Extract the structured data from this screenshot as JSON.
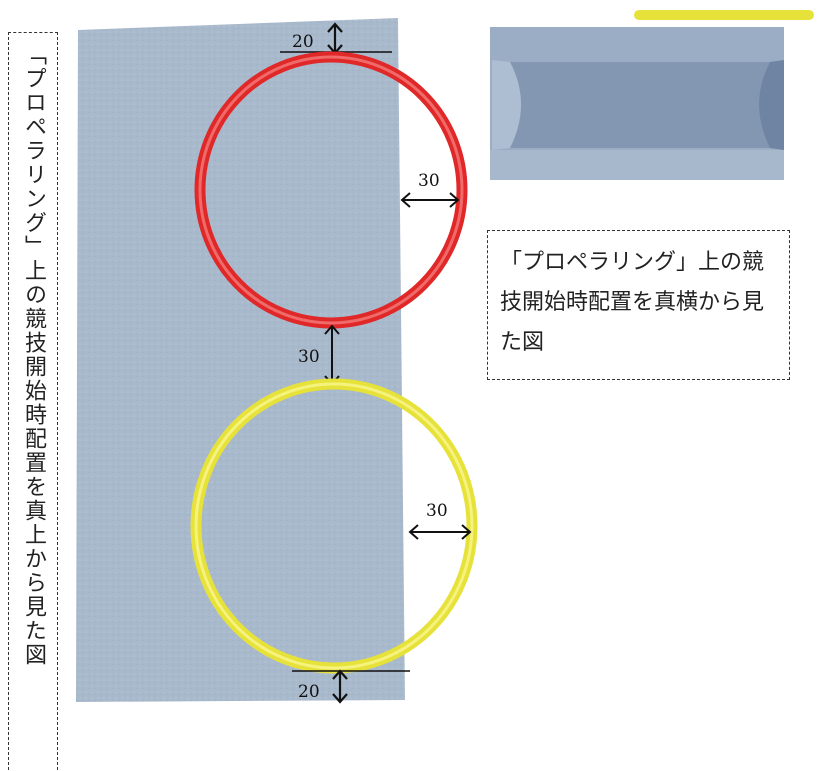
{
  "vertical_caption": "「プロペラリング」上の競技開始時配置を真上から見た図",
  "side_caption": "「プロペラリング」上の競技開始時配置を真横から見た図",
  "dimensions": {
    "top_gap": "20",
    "ring_gap": "30",
    "red_side": "30",
    "yellow_side": "30",
    "bottom_gap": "20"
  },
  "colors": {
    "foam": "#a9b9cc",
    "foam_side": "#8ea3be",
    "red_ring": "#e02828",
    "yellow_ring": "#e6e23a"
  }
}
